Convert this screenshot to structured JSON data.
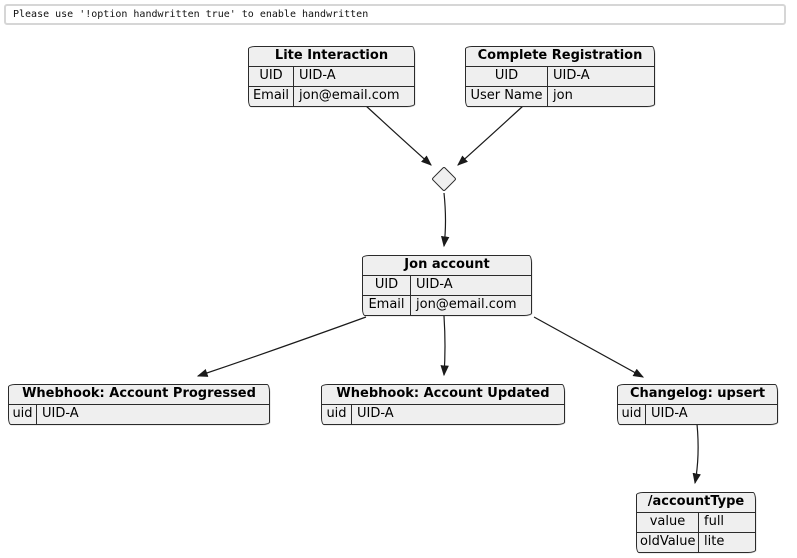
{
  "note": {
    "text": "Please use '!option handwritten true' to enable handwritten"
  },
  "colors": {
    "cell_bg": "#efefef",
    "border": "#2b2b2b",
    "note_border": "#d6d6d6",
    "arrow": "#1a1a1a",
    "background": "#ffffff"
  },
  "tables": {
    "lite": {
      "title": "Lite Interaction",
      "rows": [
        [
          "UID",
          "UID-A"
        ],
        [
          "Email",
          "jon@email.com"
        ]
      ]
    },
    "complete": {
      "title": "Complete Registration",
      "rows": [
        [
          "UID",
          "UID-A"
        ],
        [
          "User Name",
          "jon"
        ]
      ]
    },
    "jon": {
      "title": "Jon account",
      "rows": [
        [
          "UID",
          "UID-A"
        ],
        [
          "Email",
          "jon@email.com"
        ]
      ]
    },
    "progressed": {
      "title": "Whebhook: Account Progressed",
      "rows": [
        [
          "uid",
          "UID-A"
        ]
      ]
    },
    "updated": {
      "title": "Whebhook: Account Updated",
      "rows": [
        [
          "uid",
          "UID-A"
        ]
      ]
    },
    "changelog": {
      "title": "Changelog: upsert",
      "rows": [
        [
          "uid",
          "UID-A"
        ]
      ]
    },
    "accountType": {
      "title": "/accountType",
      "rows": [
        [
          "value",
          "full"
        ],
        [
          "oldValue",
          "lite"
        ]
      ]
    }
  }
}
